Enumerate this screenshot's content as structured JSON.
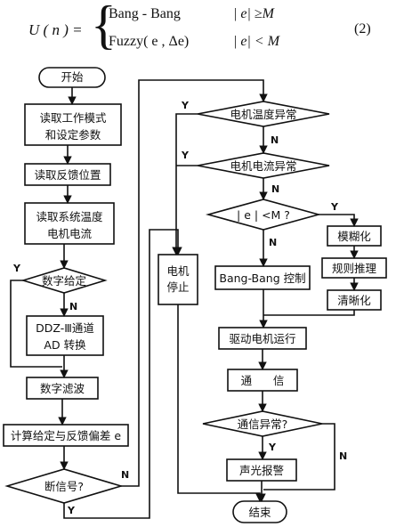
{
  "equation": {
    "lhs": "U ( n ) =",
    "case1_expr": "Bang - Bang",
    "case1_cond": "| e|  ≥M",
    "case2_expr": "Fuzzy( e , Δe)",
    "case2_cond": "| e|  < M",
    "number": "(2)"
  },
  "nodes": {
    "start": "开始",
    "read_mode_1": "读取工作模式",
    "read_mode_2": "和设定参数",
    "read_feedback": "读取反馈位置",
    "read_sys_1": "读取系统温度",
    "read_sys_2": "电机电流",
    "digital_given": "数字给定",
    "ddz_1": "DDZ-Ⅲ通道",
    "ddz_2": "AD 转换",
    "digital_filter": "数字滤波",
    "calc_error": "计算给定与反馈偏差 e",
    "break_signal": "断信号?",
    "motor_temp": "电机温度异常",
    "motor_current": "电机电流异常",
    "error_check": "| e | <M ?",
    "motor_stop_1": "电机",
    "motor_stop_2": "停止",
    "fuzzify": "模糊化",
    "rule_infer": "规则推理",
    "defuzzify": "清晰化",
    "bang_bang": "Bang-Bang 控制",
    "drive_motor": "驱动电机运行",
    "comm": "通      信",
    "comm_abnormal": "通信异常?",
    "alarm": "声光报警",
    "end": "结束"
  },
  "labels": {
    "yes": "Y",
    "no": "N"
  }
}
